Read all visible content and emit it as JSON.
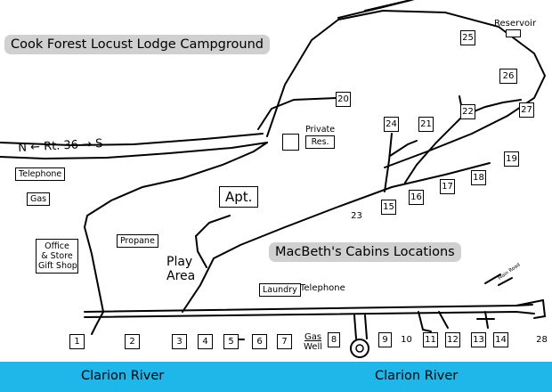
{
  "title": "Cook Forest Locust Lodge Campground",
  "subtitle": "MacBeth's Cabins Locations",
  "road_label": "N ← Rt. 36 → S",
  "minor_road_label": "Main Road",
  "river_label_left": "Clarion River",
  "river_label_right": "Clarion River",
  "facilities": {
    "telephone_top": "Telephone",
    "gas_top": "Gas",
    "office": [
      "Office",
      "& Store",
      "Gift Shop"
    ],
    "propane": "Propane",
    "apt": "Apt.",
    "play_area": [
      "Play",
      "Area"
    ],
    "laundry": "Laundry",
    "telephone_bottom": "Telephone",
    "private_res": [
      "Private",
      "Res."
    ],
    "reservoir": "Reservoir",
    "gas_well": [
      "Gas",
      "Well"
    ]
  },
  "sites": [
    "1",
    "2",
    "3",
    "4",
    "5",
    "6",
    "7",
    "8",
    "9",
    "10",
    "11",
    "12",
    "13",
    "14",
    "15",
    "16",
    "17",
    "18",
    "19",
    "20",
    "21",
    "22",
    "23",
    "24",
    "25",
    "26",
    "27",
    "28"
  ],
  "colors": {
    "river": "#1fb7ea",
    "banner": "#d0d0d0"
  }
}
